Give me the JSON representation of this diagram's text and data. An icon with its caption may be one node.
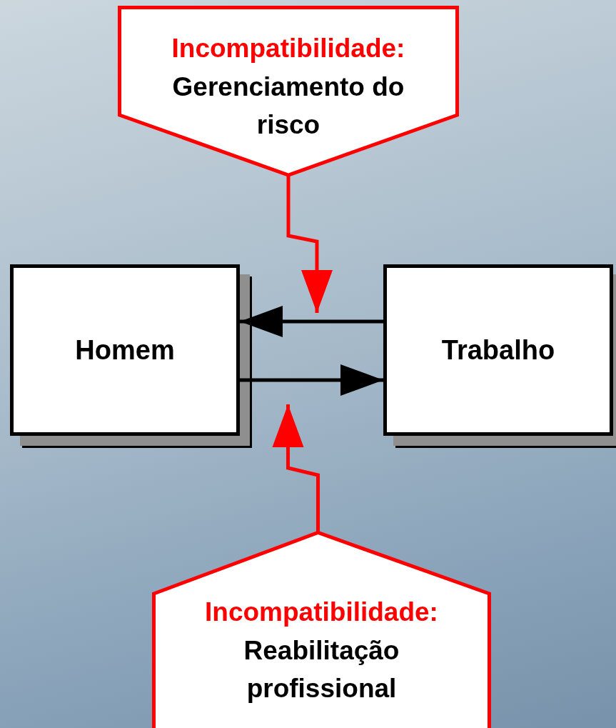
{
  "diagram": {
    "nodes": [
      {
        "text": [
          "Incompatibilidade:",
          "Gerenciamento do risco"
        ]
      },
      {
        "text": [
          "Homem"
        ]
      },
      {
        "text": [
          "Trabalho"
        ]
      },
      {
        "text": [
          "Incompatibilidade:",
          "Reabilitação profissional"
        ]
      }
    ],
    "edges": [
      {
        "from": 2,
        "to": 1,
        "arrow": "to"
      },
      {
        "from": 1,
        "to": 2,
        "arrow": "to"
      },
      {
        "from": 0,
        "to": null,
        "arrow": "to",
        "color": "#ff0000"
      },
      {
        "from": 3,
        "to": null,
        "arrow": "to",
        "color": "#ff0000"
      }
    ]
  }
}
